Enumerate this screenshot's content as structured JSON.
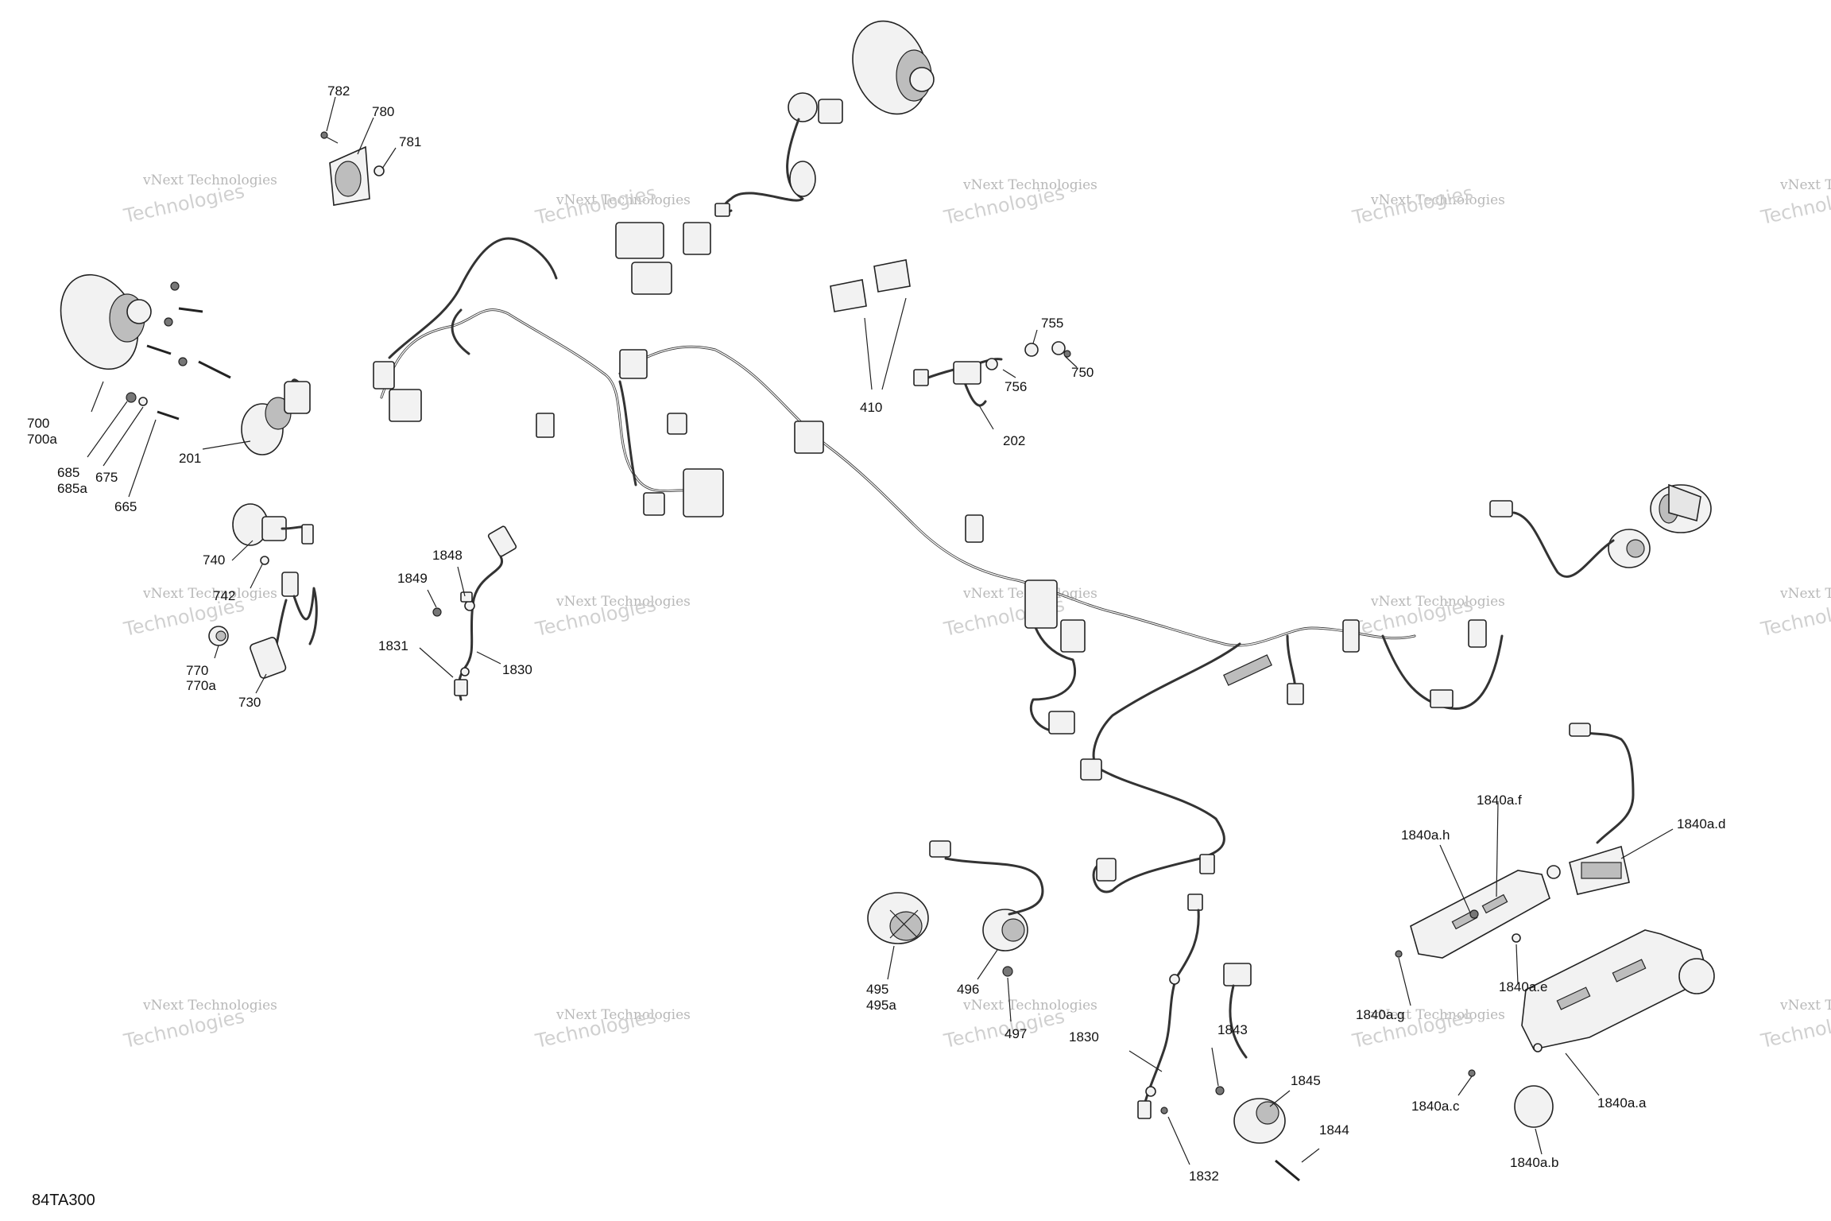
{
  "diagram_id": "84TA300",
  "watermark": {
    "line1": "vNext Technologies",
    "line2": "Technologies"
  },
  "callouts": {
    "c782": "782",
    "c780": "780",
    "c781": "781",
    "c700": "700",
    "c700a": "700a",
    "c685": "685",
    "c685a": "685a",
    "c675": "675",
    "c665": "665",
    "c201": "201",
    "c740": "740",
    "c742": "742",
    "c770": "770",
    "c770a": "770a",
    "c730": "730",
    "c1848": "1848",
    "c1849": "1849",
    "c1831": "1831",
    "c1830a": "1830",
    "c410": "410",
    "c755": "755",
    "c750": "750",
    "c756": "756",
    "c202": "202",
    "c495": "495",
    "c495a": "495a",
    "c496": "496",
    "c497": "497",
    "c1830b": "1830",
    "c1843": "1843",
    "c1845": "1845",
    "c1844": "1844",
    "c1832": "1832",
    "c1840af": "1840a.f",
    "c1840ah": "1840a.h",
    "c1840ad": "1840a.d",
    "c1840ae": "1840a.e",
    "c1840ag": "1840a.g",
    "c1840ac": "1840a.c",
    "c1840aa": "1840a.a",
    "c1840ab": "1840a.b"
  }
}
